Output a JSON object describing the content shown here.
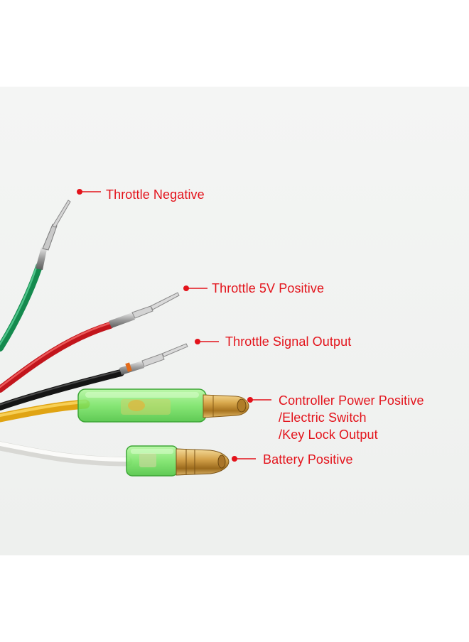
{
  "labels": {
    "throttle_negative": "Throttle Negative",
    "throttle_5v_positive": "Throttle 5V Positive",
    "throttle_signal_output": "Throttle Signal Output",
    "controller_power": {
      "line1": "Controller Power Positive",
      "line2": "/Electric Switch",
      "line3": "/Key Lock Output"
    },
    "battery_positive": "Battery Positive"
  },
  "colors": {
    "background": "#ffffff",
    "photo_background": "#f3f4f3",
    "label_red": "#e3131b",
    "wire_green": "#1e8f55",
    "wire_red": "#c81c22",
    "wire_black": "#1a1a1a",
    "wire_yellow": "#e8ae1a",
    "wire_white": "#e9e9e6",
    "sleeve_green": "#7ef06a",
    "brass": "#c99a3a"
  }
}
